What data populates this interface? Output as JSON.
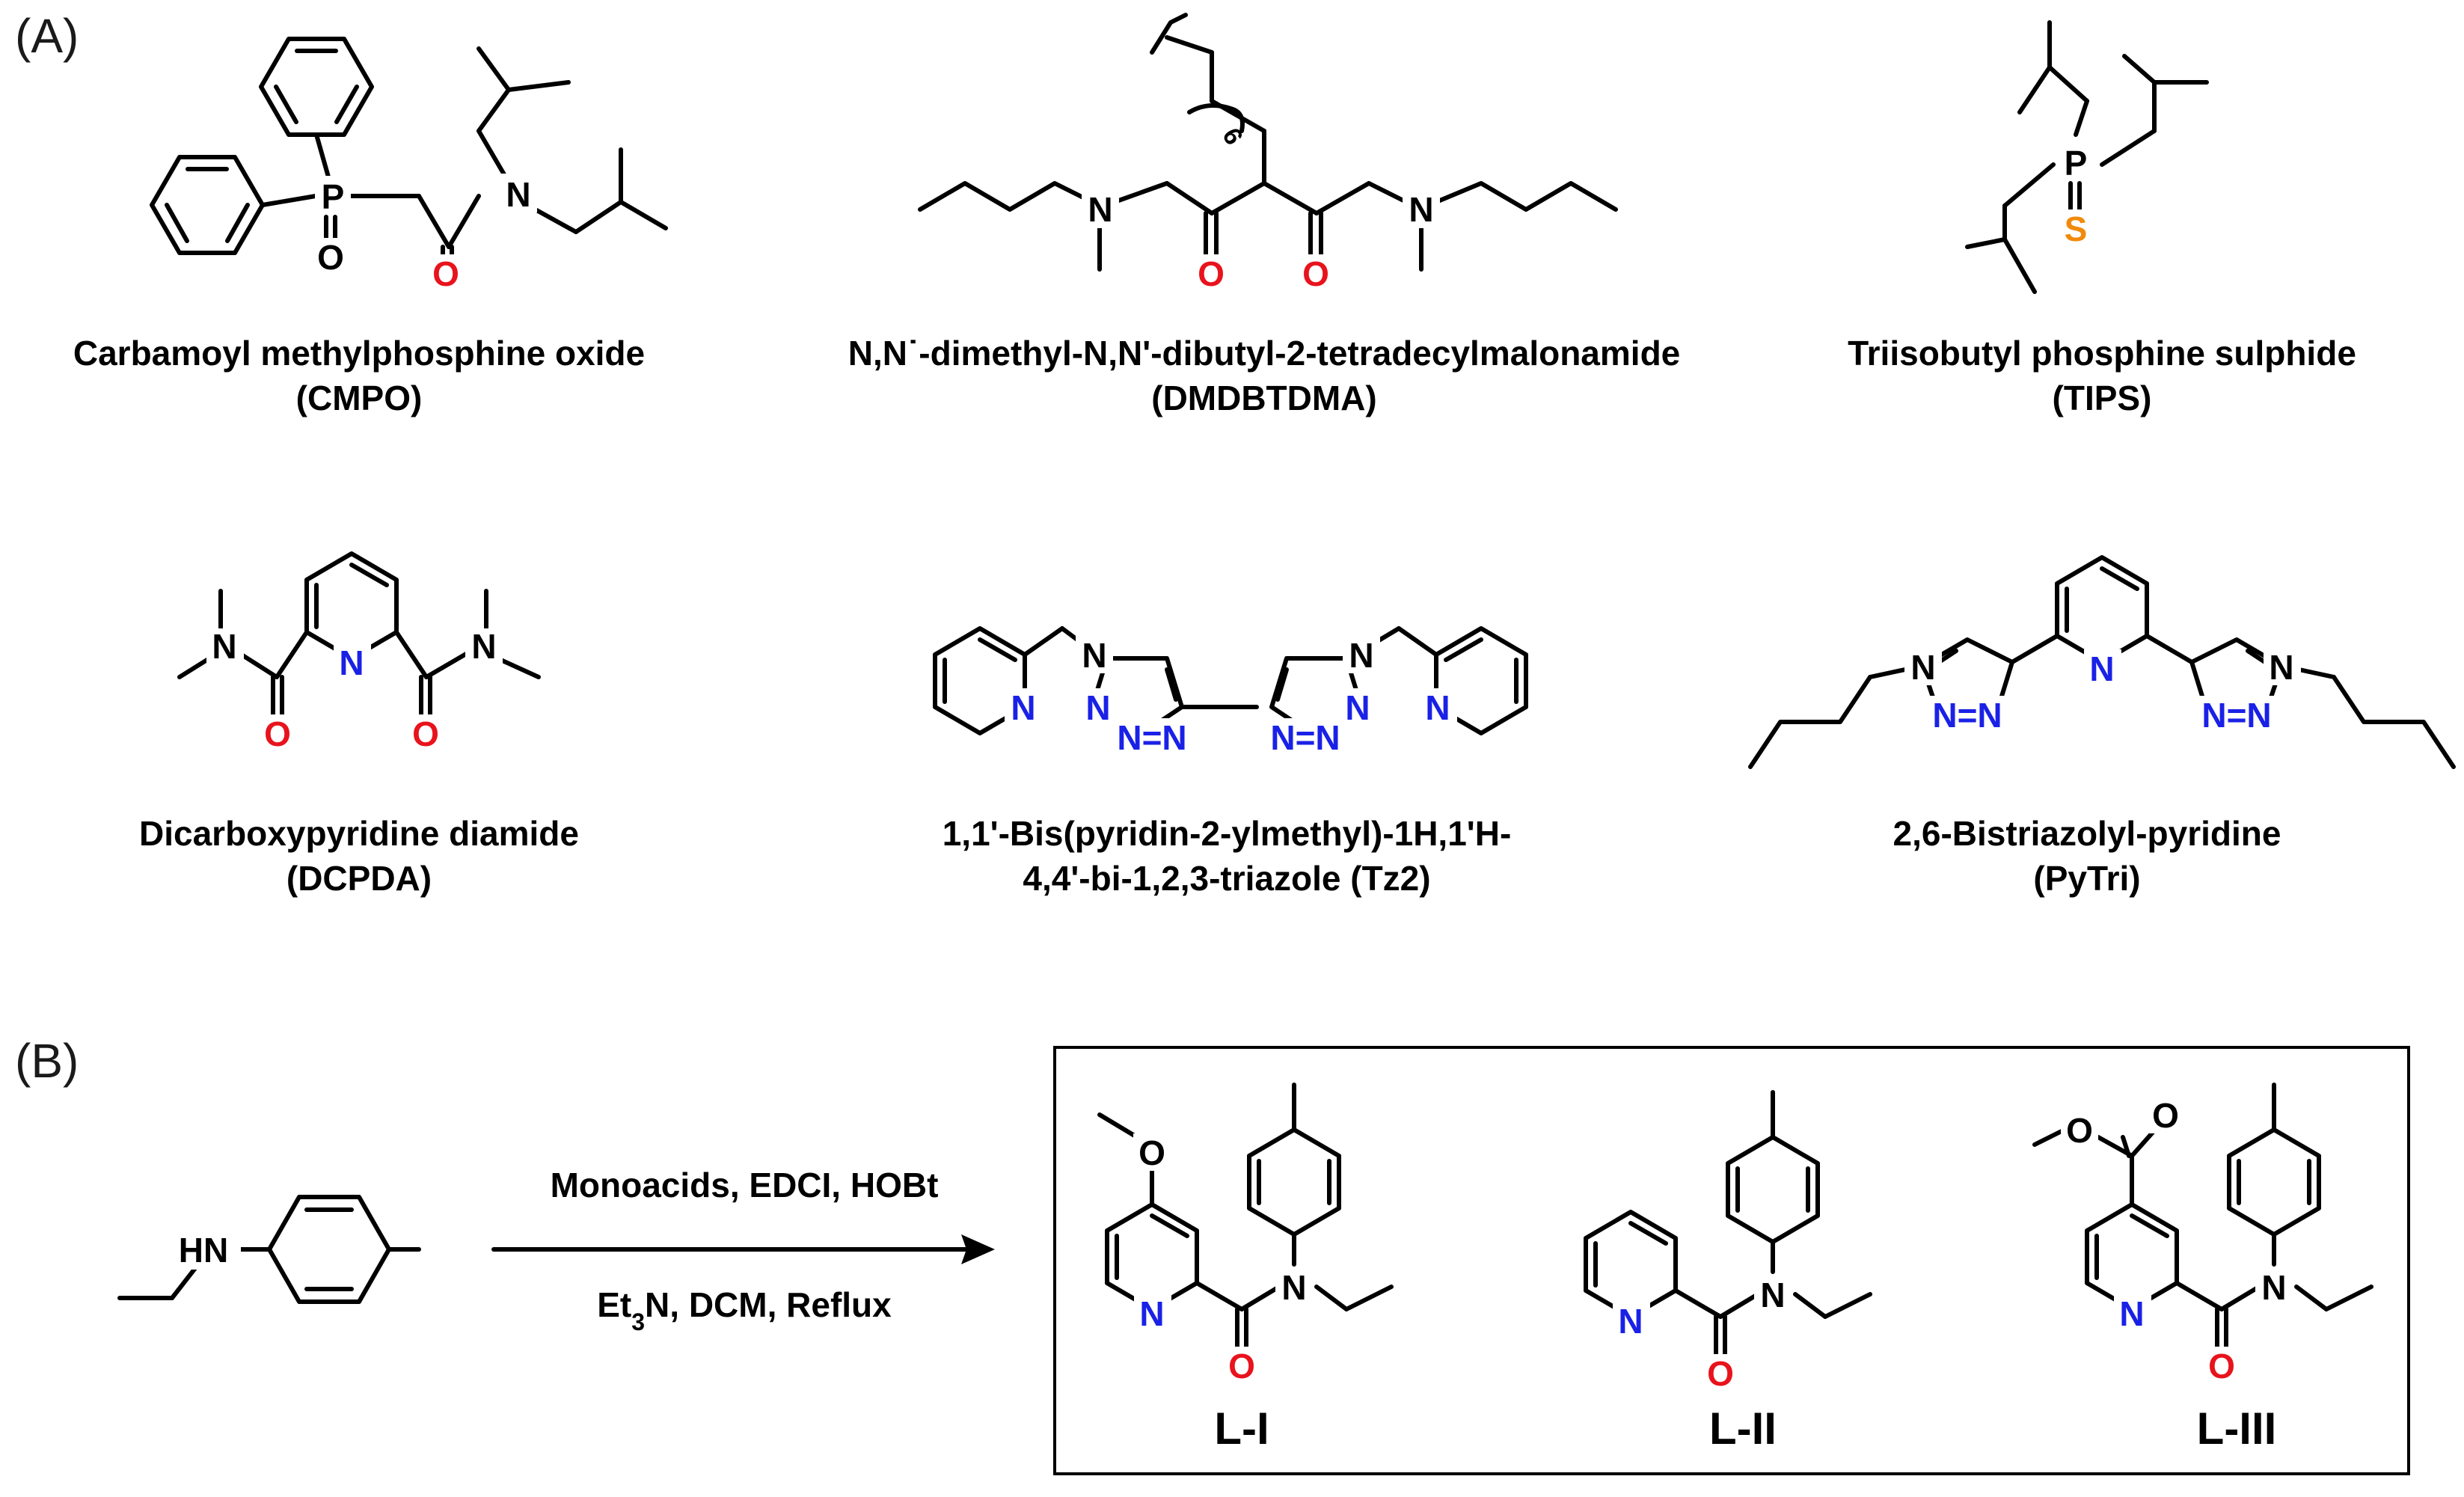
{
  "panels": {
    "a_label": "(A)",
    "b_label": "(B)"
  },
  "compounds": {
    "cmpo": {
      "name": "Carbamoyl methylphosphine oxide",
      "abbr": "(CMPO)"
    },
    "dmdbtdma": {
      "name": "N,N˙-dimethyl-N,N'-dibutyl-2-tetradecylmalonamide",
      "abbr": "(DMDBTDMA)",
      "repeat": "6"
    },
    "tips": {
      "name": "Triisobutyl phosphine sulphide",
      "abbr": "(TIPS)"
    },
    "dcpda": {
      "name": "Dicarboxypyridine diamide",
      "abbr": "(DCPDA)"
    },
    "tz2": {
      "name_line1": "1,1'-Bis(pyridin-2-ylmethyl)-1H,1'H-",
      "name_line2": "4,4'-bi-1,2,3-triazole (Tz2)"
    },
    "pytri": {
      "name": "2,6-Bistriazolyl-pyridine",
      "abbr": "(PyTri)"
    }
  },
  "atoms": {
    "P": "P",
    "O": "O",
    "N": "N",
    "S": "S",
    "HN": "HN",
    "NN": "N=N"
  },
  "reaction": {
    "conditions_top": "Monoacids, EDCI, HOBt",
    "conditions_bottom_pre": "Et",
    "conditions_bottom_sub": "3",
    "conditions_bottom_post": "N, DCM, Reflux"
  },
  "ligands": {
    "l1": "L-I",
    "l2": "L-II",
    "l3": "L-III"
  },
  "colors": {
    "oxygen": "#e8131c",
    "nitrogen": "#1a21e6",
    "sulfur": "#f08a0c",
    "bond": "#000000"
  }
}
